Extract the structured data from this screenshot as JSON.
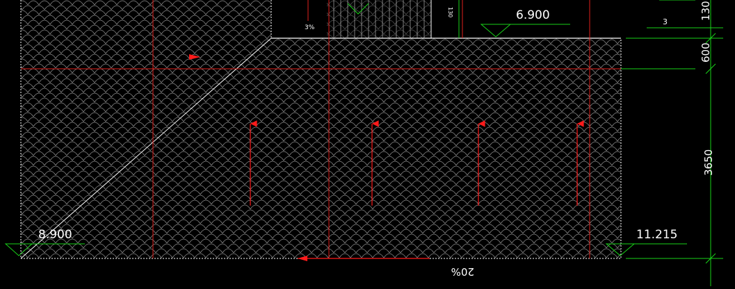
{
  "colors": {
    "background": "#000000",
    "tile": "#9a9a9a",
    "outline": "#ffffff",
    "axis": "#e0201c",
    "arrow": "#ff1a1a",
    "dim": "#19d219",
    "text": "#ffffff"
  },
  "elevations": {
    "left": "8.900",
    "right": "11.215",
    "top": "6.900"
  },
  "slopes": {
    "bottom": "20%",
    "top": "3%"
  },
  "dimensions": {
    "d130_top": "130",
    "d600": "600",
    "d3650": "3650",
    "d130_small": "130",
    "d3_small": "3"
  }
}
